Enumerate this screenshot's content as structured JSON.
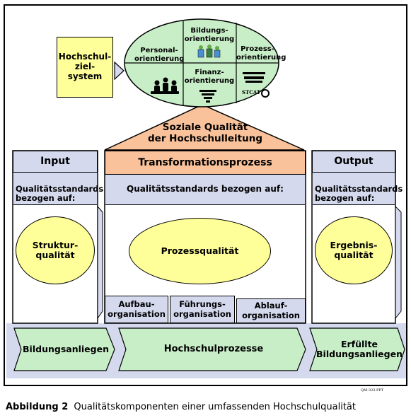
{
  "top": {
    "zielsystem_label": "Hochschul-\nziel-\nsystem",
    "segments": {
      "personal": "Personal-\norientierung",
      "bildung": "Bildungs-\norientierung",
      "prozess": "Prozess-\norientierung",
      "finanz": "Finanz-\norientierung"
    },
    "stcat_label": "STCAT"
  },
  "roof_label": "Soziale Qualität\nder Hochschulleitung",
  "columns": {
    "input": {
      "header": "Input",
      "sub": "Qualitätsstandards\nbezogen auf:",
      "ellipse": "Struktur-\nqualität"
    },
    "transformation": {
      "header": "Transformationsprozess",
      "sub": "Qualitätsstandards bezogen auf:",
      "ellipse": "Prozessqualität",
      "orgs": [
        "Aufbau-\norganisation",
        "Führungs-\norganisation",
        "Ablauf-\norganisation"
      ]
    },
    "output": {
      "header": "Output",
      "sub": "Qualitätsstandards\nbezogen auf:",
      "ellipse": "Ergebnis-\nqualität"
    }
  },
  "arrows": [
    "Bildungsanliegen",
    "Hochschulprozesse",
    "Erfüllte\nBildungsanliegen"
  ],
  "file_code": "QM-323.PPT",
  "caption": {
    "number": "Abbildung 2",
    "text": "Qualitätskomponenten einer umfassenden Hochschulqualität"
  }
}
